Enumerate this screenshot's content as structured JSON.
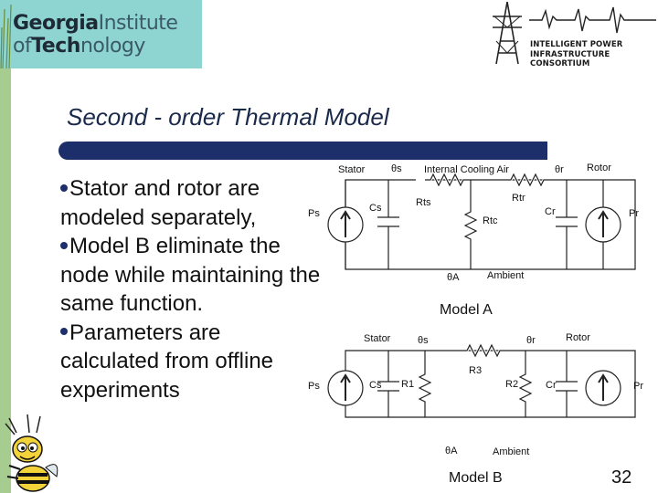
{
  "header": {
    "gt_logo": {
      "line1_bold": "Georgia",
      "line1_thin": "Institute",
      "line2_thin": "of",
      "line2_bold": "Tech",
      "line2_thin2": "nology"
    },
    "ipic_logo": {
      "line1": "INTELLIGENT POWER",
      "line2": "INFRASTRUCTURE CONSORTIUM"
    }
  },
  "slide": {
    "title": "Second - order Thermal Model",
    "bullets": [
      "Stator and rotor are modeled separately,",
      "Model B eliminate the node while maintaining the same function.",
      "Parameters are calculated from offline experiments"
    ],
    "page_number": "32"
  },
  "model_a": {
    "stator": "Stator",
    "theta_s": "θs",
    "internal_air": "Internal Cooling Air",
    "theta_r": "θr",
    "rotor": "Rotor",
    "ps": "Ps",
    "cs": "Cs",
    "rts": "Rts",
    "rtr": "Rtr",
    "rtc": "Rtc",
    "cr": "Cr",
    "pr": "Pr",
    "theta_a": "θA",
    "ambient": "Ambient",
    "caption": "Model A"
  },
  "model_b": {
    "stator": "Stator",
    "theta_s": "θs",
    "theta_r": "θr",
    "rotor": "Rotor",
    "r3": "R3",
    "ps": "Ps",
    "cs": "Cs",
    "r1": "R1",
    "r2": "R2",
    "cr": "Cr",
    "pr": "Pr",
    "theta_a": "θA",
    "ambient": "Ambient",
    "caption": "Model B"
  },
  "colors": {
    "title_bar": "#1c2f6b",
    "gt_logo_bg": "#8ed4d0",
    "left_stripe": "#a6cc8f"
  }
}
